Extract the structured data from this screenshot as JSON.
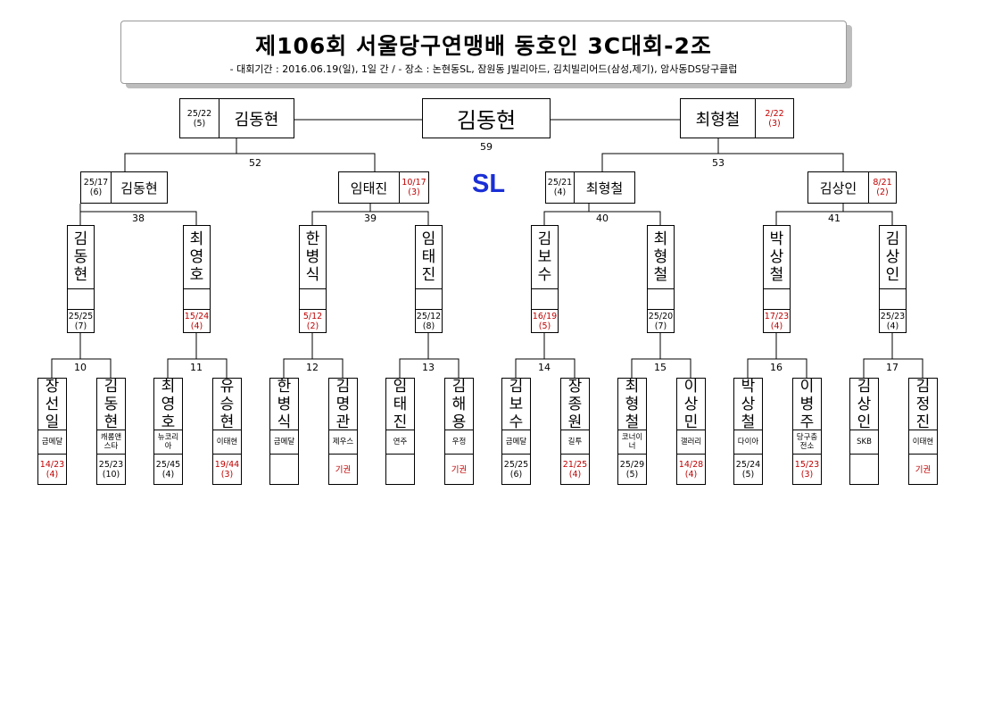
{
  "header": {
    "title": "제106회 서울당구연맹배 동호인 3C대회-2조",
    "subtitle": "- 대회기간 : 2016.06.19(일), 1일 간 / - 장소 : 논현동SL, 잠원동 J빌리아드, 김치빌리어드(삼성,제기), 암사동DS당구클럽"
  },
  "venue_mark": "SL",
  "final": {
    "champion": "김동현",
    "left": {
      "name": "김동현",
      "score": "25/22",
      "inn": "(5)"
    },
    "right": {
      "name": "최형철",
      "score": "2/22",
      "inn": "(3)"
    },
    "match_no": "59"
  },
  "semis": {
    "left_no": "52",
    "right_no": "53",
    "players": [
      {
        "name": "김동현",
        "score": "25/17",
        "inn": "(6)"
      },
      {
        "name": "임태진",
        "score": "10/17",
        "inn": "(3)"
      },
      {
        "name": "최형철",
        "score": "25/21",
        "inn": "(4)"
      },
      {
        "name": "김상인",
        "score": "8/21",
        "inn": "(2)"
      }
    ]
  },
  "round2": {
    "match_nos": [
      "38",
      "39",
      "40",
      "41"
    ],
    "players": [
      {
        "name": "김동현",
        "score": "25/25",
        "inn": "(7)"
      },
      {
        "name": "최영호",
        "score": "15/24",
        "inn": "(4)"
      },
      {
        "name": "한병식",
        "score": "5/12",
        "inn": "(2)"
      },
      {
        "name": "임태진",
        "score": "25/12",
        "inn": "(8)"
      },
      {
        "name": "김보수",
        "score": "16/19",
        "inn": "(5)"
      },
      {
        "name": "최형철",
        "score": "25/20",
        "inn": "(7)"
      },
      {
        "name": "박상철",
        "score": "17/23",
        "inn": "(4)"
      },
      {
        "name": "김상인",
        "score": "25/23",
        "inn": "(4)"
      }
    ]
  },
  "round1": {
    "match_nos": [
      "10",
      "11",
      "12",
      "13",
      "14",
      "15",
      "16",
      "17"
    ],
    "players": [
      {
        "name": "장선일",
        "aff": "금메달",
        "score": "14/23",
        "inn": "(4)"
      },
      {
        "name": "김동현",
        "aff": "캐롬앤스타",
        "score": "25/23",
        "inn": "(10)"
      },
      {
        "name": "최영호",
        "aff": "뉴코리아",
        "score": "25/45",
        "inn": "(4)"
      },
      {
        "name": "유승현",
        "aff": "이태현",
        "score": "19/44",
        "inn": "(3)"
      },
      {
        "name": "한병식",
        "aff": "금메달",
        "score": "",
        "inn": ""
      },
      {
        "name": "김명관",
        "aff": "제우스",
        "score": "기권",
        "inn": ""
      },
      {
        "name": "임태진",
        "aff": "연주",
        "score": "",
        "inn": ""
      },
      {
        "name": "김해용",
        "aff": "우정",
        "score": "기권",
        "inn": ""
      },
      {
        "name": "김보수",
        "aff": "금메달",
        "score": "25/25",
        "inn": "(6)"
      },
      {
        "name": "장종원",
        "aff": "길투",
        "score": "21/25",
        "inn": "(4)"
      },
      {
        "name": "최형철",
        "aff": "코너이너",
        "score": "25/29",
        "inn": "(5)"
      },
      {
        "name": "이상민",
        "aff": "갤러리",
        "score": "14/28",
        "inn": "(4)"
      },
      {
        "name": "박상철",
        "aff": "다이아",
        "score": "25/24",
        "inn": "(5)"
      },
      {
        "name": "이병주",
        "aff": "당구충전소",
        "score": "15/23",
        "inn": "(3)"
      },
      {
        "name": "김상인",
        "aff": "SKB",
        "score": "",
        "inn": ""
      },
      {
        "name": "김정진",
        "aff": "이태현",
        "score": "기권",
        "inn": ""
      }
    ]
  },
  "colors": {
    "winner": "#000000",
    "loser": "#c00000",
    "venue": "#1a2fd6"
  }
}
